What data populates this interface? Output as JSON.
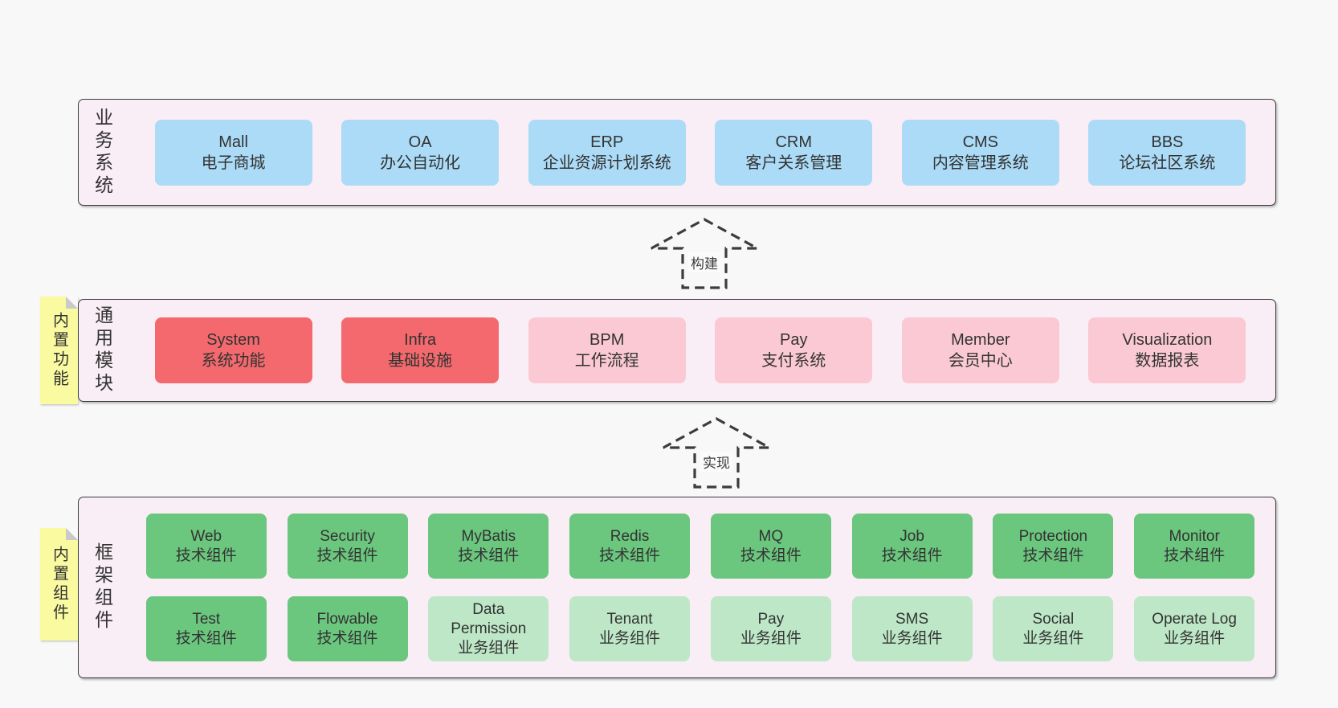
{
  "colors": {
    "page_bg": "#f8f8f8",
    "container_bg": "#f9edf6",
    "outline": "#3c3c3c",
    "business_box_blue": "#abdbf6",
    "core_module_red": "#f4696d",
    "optional_module_pink": "#fbc9d3",
    "tech_component_green": "#6bc67e",
    "biz_component_light_green": "#bde7c7",
    "sticky_yellow": "#fafaa0"
  },
  "arrows": [
    {
      "label": "构建"
    },
    {
      "label": "实现"
    }
  ],
  "layers": [
    {
      "label": "业务系统",
      "boxes": [
        {
          "title": "Mall",
          "subtitle": "电子商城",
          "variant": "blue"
        },
        {
          "title": "OA",
          "subtitle": "办公自动化",
          "variant": "blue"
        },
        {
          "title": "ERP",
          "subtitle": "企业资源计划系统",
          "variant": "blue"
        },
        {
          "title": "CRM",
          "subtitle": "客户关系管理",
          "variant": "blue"
        },
        {
          "title": "CMS",
          "subtitle": "内容管理系统",
          "variant": "blue"
        },
        {
          "title": "BBS",
          "subtitle": "论坛社区系统",
          "variant": "blue"
        }
      ]
    },
    {
      "label": "通用模块",
      "sticky": "内置功能",
      "boxes": [
        {
          "title": "System",
          "subtitle": "系统功能",
          "variant": "red"
        },
        {
          "title": "Infra",
          "subtitle": "基础设施",
          "variant": "red"
        },
        {
          "title": "BPM",
          "subtitle": "工作流程",
          "variant": "pink"
        },
        {
          "title": "Pay",
          "subtitle": "支付系统",
          "variant": "pink"
        },
        {
          "title": "Member",
          "subtitle": "会员中心",
          "variant": "pink"
        },
        {
          "title": "Visualization",
          "subtitle": "数据报表",
          "variant": "pink"
        }
      ]
    },
    {
      "label": "框架组件",
      "sticky": "内置组件",
      "rows": [
        [
          {
            "title": "Web",
            "subtitle": "技术组件",
            "variant": "green"
          },
          {
            "title": "Security",
            "subtitle": "技术组件",
            "variant": "green"
          },
          {
            "title": "MyBatis",
            "subtitle": "技术组件",
            "variant": "green"
          },
          {
            "title": "Redis",
            "subtitle": "技术组件",
            "variant": "green"
          },
          {
            "title": "MQ",
            "subtitle": "技术组件",
            "variant": "green"
          },
          {
            "title": "Job",
            "subtitle": "技术组件",
            "variant": "green"
          },
          {
            "title": "Protection",
            "subtitle": "技术组件",
            "variant": "green"
          },
          {
            "title": "Monitor",
            "subtitle": "技术组件",
            "variant": "green"
          }
        ],
        [
          {
            "title": "Test",
            "subtitle": "技术组件",
            "variant": "green"
          },
          {
            "title": "Flowable",
            "subtitle": "技术组件",
            "variant": "green"
          },
          {
            "title": "Data\nPermission",
            "subtitle": "业务组件",
            "variant": "lightgreen"
          },
          {
            "title": "Tenant",
            "subtitle": "业务组件",
            "variant": "lightgreen"
          },
          {
            "title": "Pay",
            "subtitle": "业务组件",
            "variant": "lightgreen"
          },
          {
            "title": "SMS",
            "subtitle": "业务组件",
            "variant": "lightgreen"
          },
          {
            "title": "Social",
            "subtitle": "业务组件",
            "variant": "lightgreen"
          },
          {
            "title": "Operate Log",
            "subtitle": "业务组件",
            "variant": "lightgreen"
          }
        ]
      ]
    }
  ]
}
